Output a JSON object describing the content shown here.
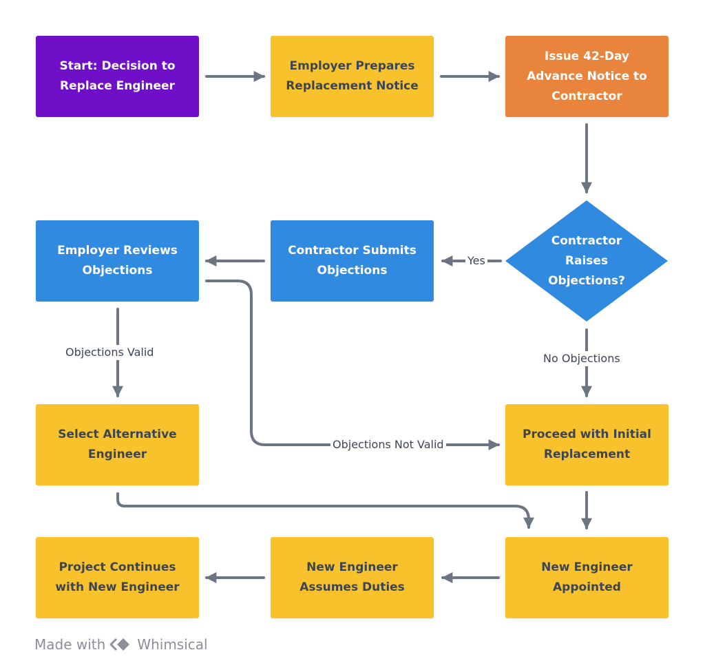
{
  "nodes": {
    "start": "Start: Decision to\nReplace Engineer",
    "prepare": "Employer Prepares\nReplacement Notice",
    "issue": "Issue 42-Day\nAdvance Notice to\nContractor",
    "decision": "Contractor\nRaises\nObjections?",
    "submits": "Contractor Submits\nObjections",
    "reviews": "Employer Reviews\nObjections",
    "alternative": "Select Alternative\nEngineer",
    "proceed": "Proceed with Initial\nReplacement",
    "appointed": "New Engineer\nAppointed",
    "assumes": "New Engineer\nAssumes Duties",
    "continues": "Project Continues\nwith New Engineer"
  },
  "edge_labels": {
    "yes": "Yes",
    "no_objections": "No Objections",
    "valid": "Objections Valid",
    "not_valid": "Objections Not Valid"
  },
  "footer": {
    "made_with": "Made with",
    "brand": "Whimsical",
    "logo_icon": "whimsical-logo-icon"
  },
  "colors": {
    "yellow": "#f8c22d",
    "blue": "#2f8ae0",
    "purple": "#6f10c8",
    "orange": "#e8843b",
    "edge": "#6b7584"
  }
}
